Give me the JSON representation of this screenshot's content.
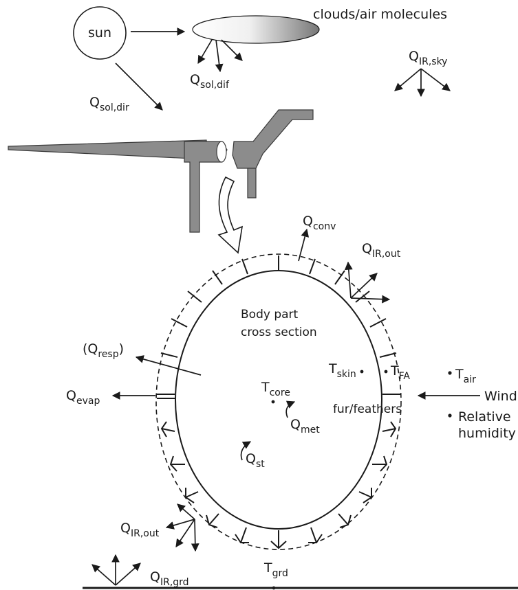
{
  "colors": {
    "ink": "#1a1a1a",
    "wing_fill": "#8c8c8c",
    "cloud_dark": "#777777",
    "background": "#ffffff"
  },
  "labels": {
    "sun": "sun",
    "clouds": "clouds/air molecules",
    "q_sol_dif": {
      "main": "Q",
      "sub": "sol,dif"
    },
    "q_sol_dir": {
      "main": "Q",
      "sub": "sol,dir"
    },
    "q_ir_sky": {
      "main": "Q",
      "sub": "IR,sky"
    },
    "q_conv": {
      "main": "Q",
      "sub": "conv"
    },
    "q_ir_out_top": {
      "main": "Q",
      "sub": "IR,out"
    },
    "body_line1": "Body part",
    "body_line2": "cross section",
    "q_resp": {
      "open": "(Q",
      "sub": "resp",
      "close": ")"
    },
    "q_evap": {
      "main": "Q",
      "sub": "evap"
    },
    "t_skin": {
      "main": "T",
      "sub": "skin"
    },
    "t_fa": {
      "main": "T",
      "sub": "FA"
    },
    "t_air": {
      "main": "T",
      "sub": "air"
    },
    "wind": "Wind",
    "relative": "Relative",
    "humidity": "humidity",
    "t_core": {
      "main": "T",
      "sub": "core"
    },
    "fur": "fur/feathers",
    "q_met": {
      "main": "Q",
      "sub": "met"
    },
    "q_st": {
      "main": "Q",
      "sub": "st"
    },
    "q_ir_out_bottom": {
      "main": "Q",
      "sub": "IR,out"
    },
    "q_ir_grd": {
      "main": "Q",
      "sub": "IR,grd"
    },
    "t_grd": {
      "main": "T",
      "sub": "grd"
    }
  }
}
